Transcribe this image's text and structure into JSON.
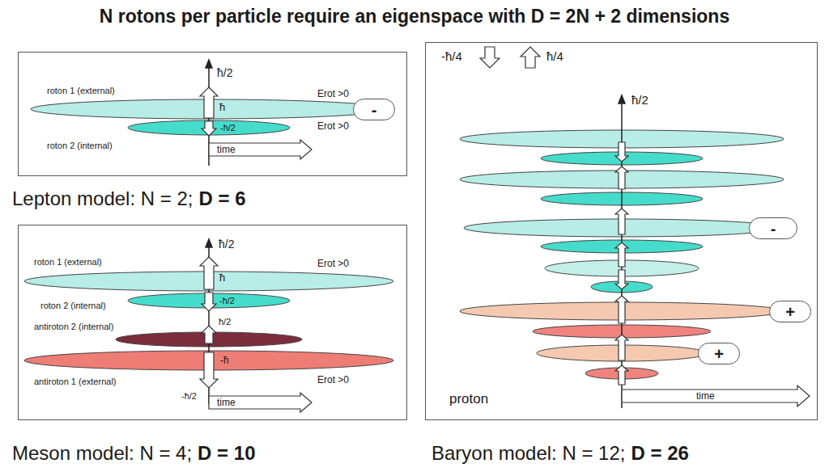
{
  "diagram": {
    "title": "N rotons per particle require an eigenspace with D = 2N + 2 dimensions",
    "nodes": [
      {
        "text": [
          "ħ/2",
          "roton 1 (external)",
          "Erot >0",
          "ħ",
          "-ħ/2",
          "Erot >0",
          "roton 2 (internal)",
          "time"
        ]
      },
      {
        "text": [
          "-"
        ],
        "in": 0
      },
      {
        "text": [
          "ħ/2",
          "roton 1 (external)",
          "Erot >0",
          "ħ",
          "roton 2 (internal)",
          "-ħ/2",
          "antiroton 2 (internal)",
          "ħ/2",
          "-ħ",
          "antiroton 1 (external)",
          "Erot >0",
          "-ħ/2",
          "time"
        ]
      },
      {
        "text": [
          "-ħ/4",
          "ħ/4",
          "ħ/2",
          "proton",
          "time"
        ]
      },
      {
        "text": [
          "-"
        ],
        "in": 3
      },
      {
        "text": [
          "+"
        ],
        "in": 3
      },
      {
        "text": [
          "+"
        ],
        "in": 3
      }
    ],
    "labels": [
      "Lepton model: N = 2;",
      "D = 6",
      "Meson model: N = 4;",
      "D = 10",
      "Baryon model: N = 12;",
      "D = 26"
    ]
  }
}
